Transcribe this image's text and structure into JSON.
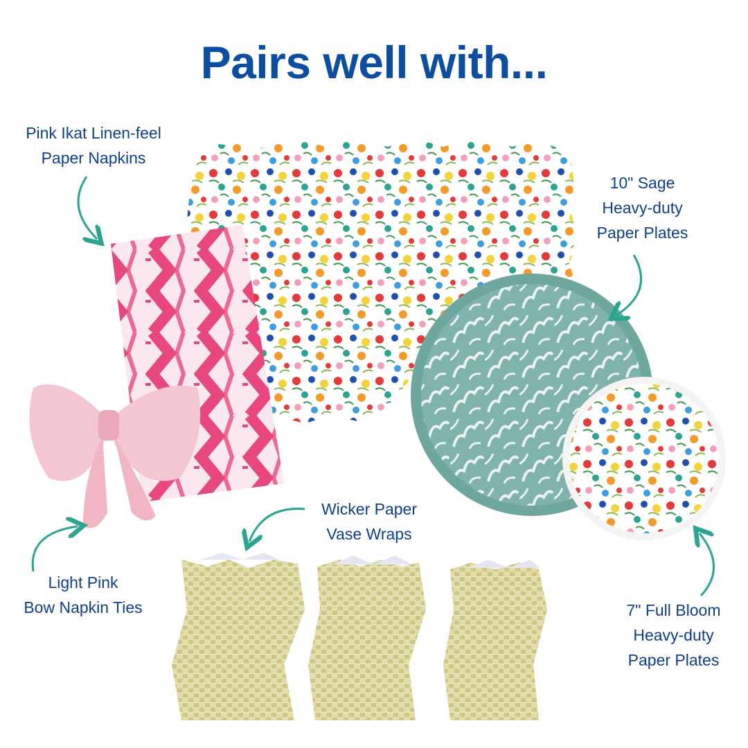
{
  "heading": "Pairs well with...",
  "labels": {
    "napkins": [
      "Pink Ikat Linen-feel",
      "Paper Napkins"
    ],
    "sage_plates": [
      "10\" Sage",
      "Heavy-duty",
      "Paper Plates"
    ],
    "vase_wraps": [
      "Wicker Paper",
      "Vase Wraps"
    ],
    "bow_ties": [
      "Light Pink",
      "Bow Napkin Ties"
    ],
    "bloom_plates": [
      "7\" Full Bloom",
      "Heavy-duty",
      "Paper Plates"
    ]
  },
  "colors": {
    "heading": "#0b4ea2",
    "label": "#0e3f8f",
    "arrow": "#2aa58f",
    "ikat_pink": "#e8487e",
    "sage": "#7fb3ab",
    "bow_pink": "#f4c6d0",
    "wicker": "#d9d29a"
  },
  "icons": {
    "arrow": "curved-arrow-icon"
  }
}
